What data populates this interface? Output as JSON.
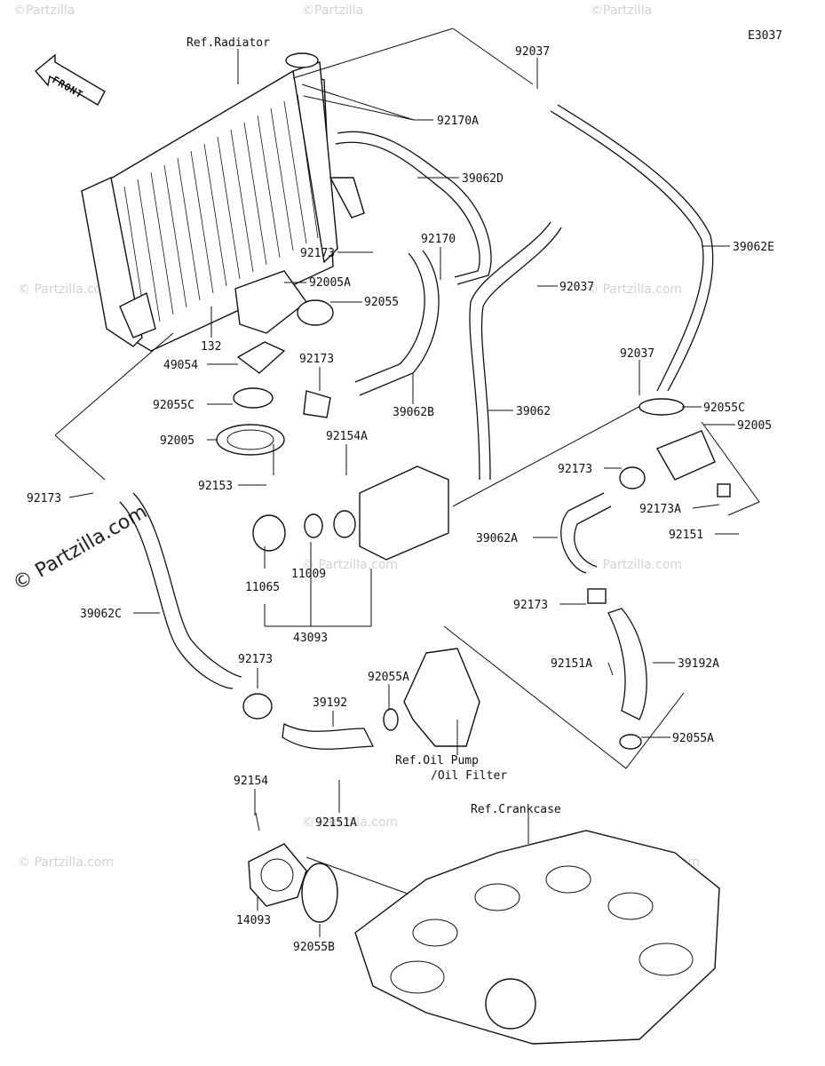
{
  "diagram_code": "E3037",
  "front_label": "FRONT",
  "watermark": "© Partzilla.com",
  "watermark_short": "©Partzilla",
  "refs": {
    "radiator": "Ref.Radiator",
    "oil_pump_line1": "Ref.Oil Pump",
    "oil_pump_line2": "/Oil Filter",
    "crankcase": "Ref.Crankcase"
  },
  "parts": {
    "p92037_top": "92037",
    "p92170A": "92170A",
    "p39062D": "39062D",
    "p92173_a": "92173",
    "p92170": "92170",
    "p39062E": "39062E",
    "p92005A": "92005A",
    "p92037_mid": "92037",
    "p92055": "92055",
    "p132": "132",
    "p49054": "49054",
    "p92173_b": "92173",
    "p39062B": "39062B",
    "p92037_right": "92037",
    "p92055C_left": "92055C",
    "p39062": "39062",
    "p92055C_right": "92055C",
    "p92005_left": "92005",
    "p92154A": "92154A",
    "p92005_right": "92005",
    "p92153": "92153",
    "p92173_c": "92173",
    "p92173_left": "92173",
    "p92173A": "92173A",
    "p39062A": "39062A",
    "p92151": "92151",
    "p11065": "11065",
    "p11009": "11009",
    "p39062C": "39062C",
    "p43093": "43093",
    "p92173_d": "92173",
    "p92173_e": "92173",
    "p92151A_right": "92151A",
    "p39192A": "39192A",
    "p92055A_mid": "92055A",
    "p39192": "39192",
    "p92055A_right": "92055A",
    "p92154": "92154",
    "p92151A_bottom": "92151A",
    "p14093": "14093",
    "p92055B": "92055B"
  }
}
